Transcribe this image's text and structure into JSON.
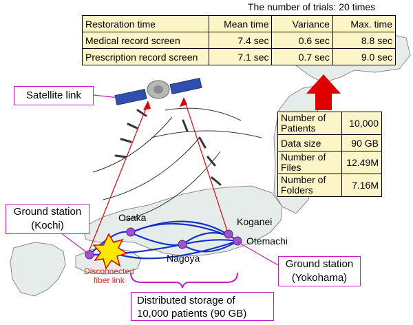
{
  "trials_caption": "The number of trials: 20 times",
  "results_table": {
    "headers": [
      "Restoration time",
      "Mean time",
      "Variance",
      "Max. time"
    ],
    "rows": [
      [
        "Medical record screen",
        "7.4 sec",
        "0.6 sec",
        "8.8 sec"
      ],
      [
        "Prescription record screen",
        "7.1 sec",
        "0.7 sec",
        "9.0 sec"
      ]
    ]
  },
  "stats_table": {
    "rows": [
      [
        "Number of Patients",
        "10,000"
      ],
      [
        "Data size",
        "90 GB"
      ],
      [
        "Number of Files",
        "12.49M"
      ],
      [
        "Number of Folders",
        "7.16M"
      ]
    ]
  },
  "labels": {
    "satellite_link": "Satellite link",
    "ground_station_kochi_line1": "Ground station",
    "ground_station_kochi_line2": "(Kochi)",
    "ground_station_yokohama_line1": "Ground station",
    "ground_station_yokohama_line2": "(Yokohama)",
    "osaka": "Osaka",
    "nagoya": "Nagoya",
    "koganei": "Koganei",
    "otemachi": "Otemachi",
    "disconnected_line1": "Disconnected",
    "disconnected_line2": "fiber link",
    "storage_line1": "Distributed storage of",
    "storage_line2": "10,000 patients (90 GB)"
  },
  "colors": {
    "map_fill": "#e6ecea",
    "map_stroke": "#8a8a8a",
    "link_blue": "#1530c8",
    "node_purple": "#a050d0",
    "callout_pink": "#c020c0",
    "arrow_red": "#e00000",
    "table_fill": "#fdf5c8",
    "disconnect_red": "#ff2020"
  }
}
